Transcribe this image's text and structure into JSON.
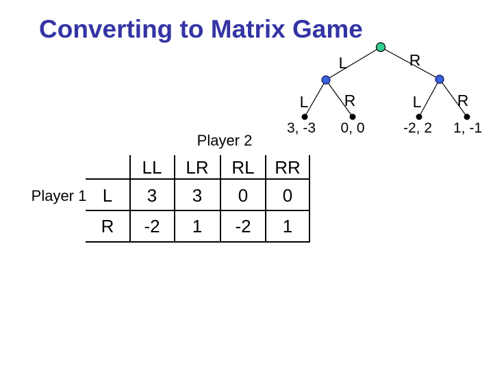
{
  "slide": {
    "title": "Converting to Matrix Game",
    "title_color": "#3434a4"
  },
  "tree": {
    "root_node_color": "#35cc92",
    "decision_node_color": "#3b5fd9",
    "leaf_node_color": "#000000",
    "edge_labels": [
      "L",
      "R",
      "L",
      "R",
      "L",
      "R"
    ],
    "leaf_payoffs": [
      "3, -3",
      "0, 0",
      "-2, 2",
      "1, -1"
    ]
  },
  "matrix": {
    "col_player_label": "Player 2",
    "row_player_label": "Player 1",
    "col_headers": [
      "LL",
      "LR",
      "RL",
      "RR"
    ],
    "rows": [
      {
        "label": "L",
        "values": [
          "3",
          "3",
          "0",
          "0"
        ]
      },
      {
        "label": "R",
        "values": [
          "-2",
          "1",
          "-2",
          "1"
        ]
      }
    ]
  }
}
